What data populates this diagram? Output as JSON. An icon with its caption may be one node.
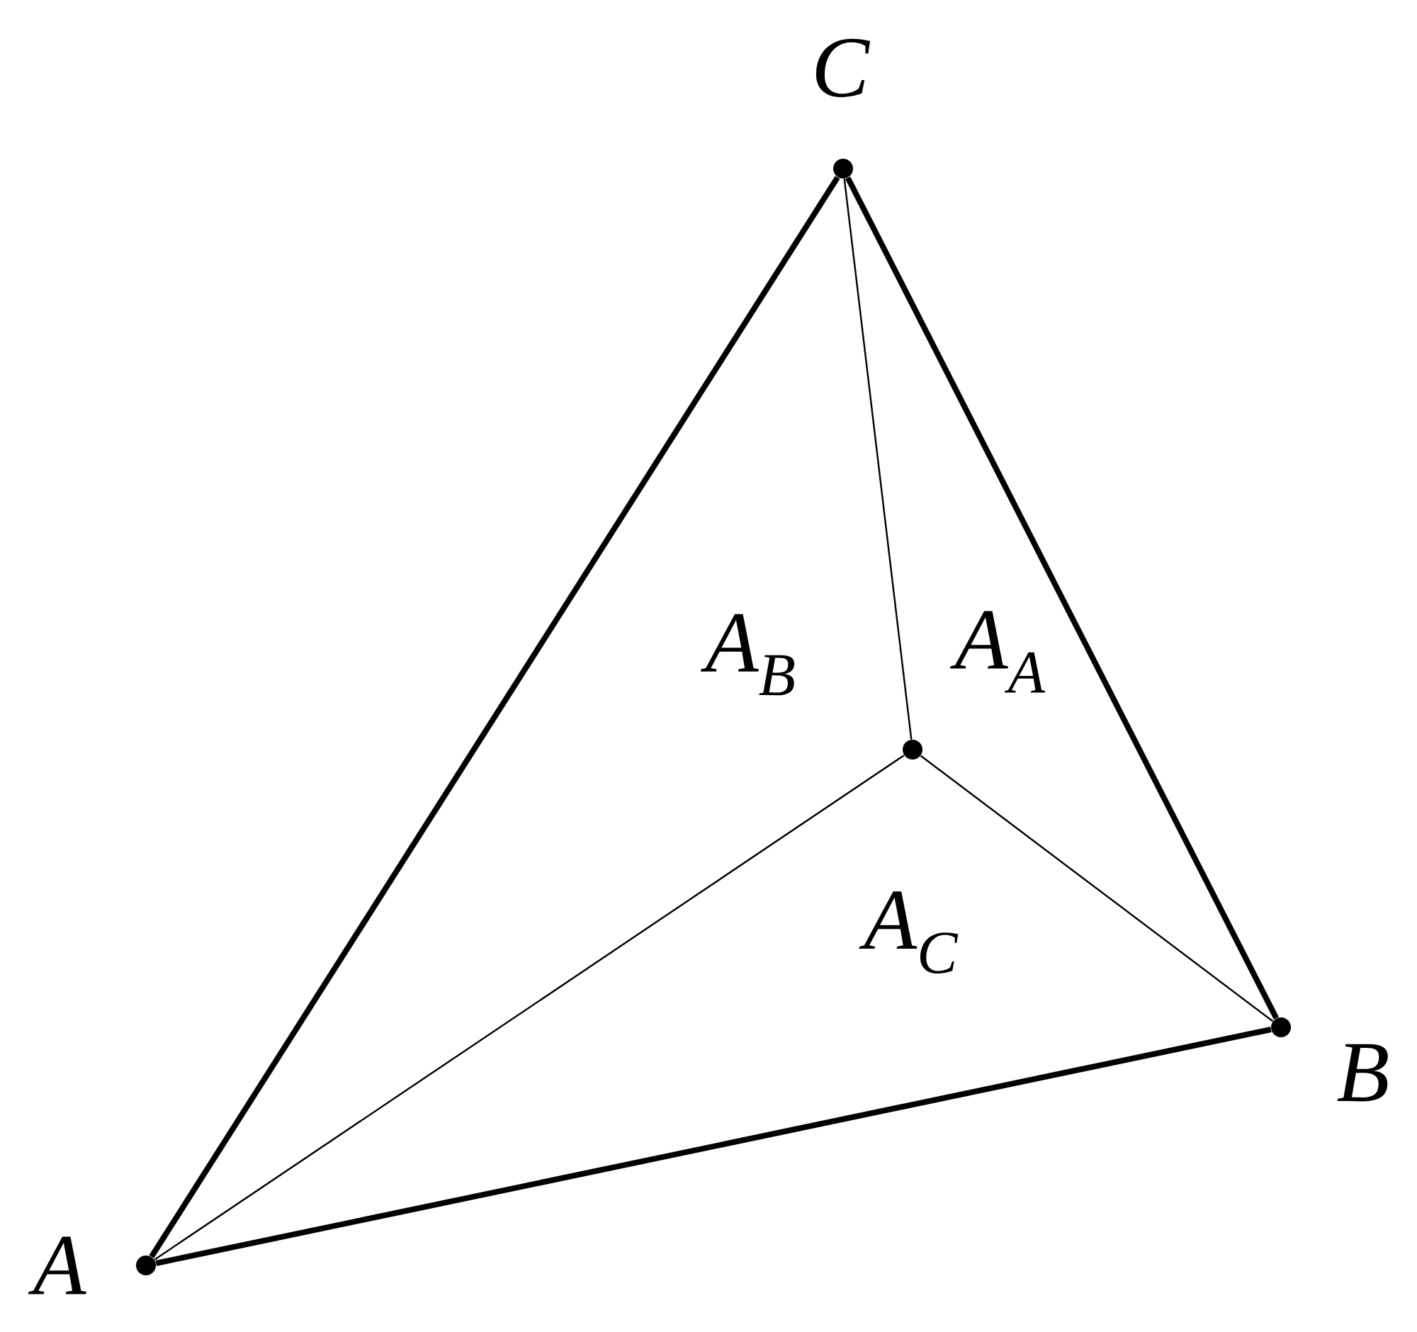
{
  "diagram": {
    "nodes": [
      {
        "text": [],
        "shape": "circle",
        "beside": [
          "A"
        ]
      },
      {
        "text": [],
        "shape": "circle",
        "beside": [
          "B"
        ]
      },
      {
        "text": [],
        "shape": "circle",
        "beside": [
          "C"
        ]
      },
      {
        "text": [],
        "shape": "circle"
      }
    ],
    "edges": [
      {
        "from": 0,
        "to": 1,
        "arrow": "none",
        "style": "thick"
      },
      {
        "from": 1,
        "to": 2,
        "arrow": "none",
        "style": "thick"
      },
      {
        "from": 2,
        "to": 0,
        "arrow": "none",
        "style": "thick"
      },
      {
        "from": 2,
        "to": 3,
        "arrow": "none"
      },
      {
        "from": 0,
        "to": 3,
        "arrow": "none"
      },
      {
        "from": 1,
        "to": 3,
        "arrow": "none"
      }
    ],
    "labels": [
      "A$_{B}$",
      "A$_{A}$",
      "A$_{C}$"
    ]
  }
}
